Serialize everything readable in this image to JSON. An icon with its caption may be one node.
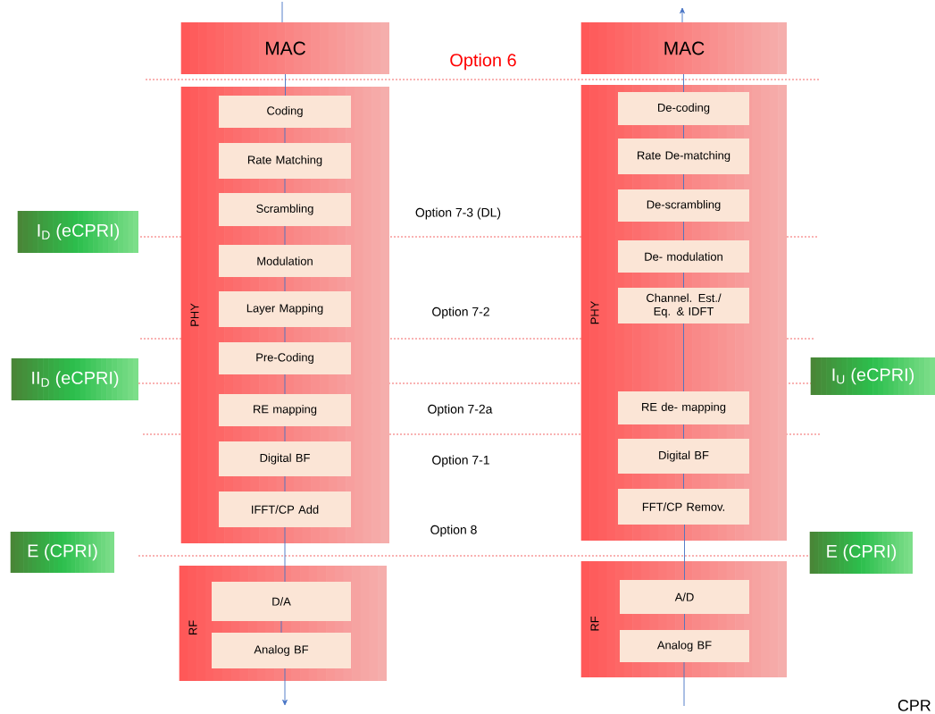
{
  "diagram": {
    "nodes": [
      {
        "text": [
          "MAC"
        ]
      },
      {
        "text": [
          "PHY"
        ]
      },
      {
        "text": [
          "Coding"
        ],
        "in": 1
      },
      {
        "text": [
          "Rate Matching"
        ],
        "in": 1
      },
      {
        "text": [
          "Scrambling"
        ],
        "in": 1
      },
      {
        "text": [
          "Modulation"
        ],
        "in": 1
      },
      {
        "text": [
          "Layer Mapping"
        ],
        "in": 1
      },
      {
        "text": [
          "Pre-Coding"
        ],
        "in": 1
      },
      {
        "text": [
          "RE mapping"
        ],
        "in": 1
      },
      {
        "text": [
          "Digital BF"
        ],
        "in": 1
      },
      {
        "text": [
          "IFFT/CP Add"
        ],
        "in": 1
      },
      {
        "text": [
          "RF"
        ]
      },
      {
        "text": [
          "D/A"
        ],
        "in": 11
      },
      {
        "text": [
          "Analog BF"
        ],
        "in": 11
      },
      {
        "text": [
          "MAC"
        ]
      },
      {
        "text": [
          "PHY"
        ]
      },
      {
        "text": [
          "De-coding"
        ],
        "in": 15
      },
      {
        "text": [
          "Rate De-matching"
        ],
        "in": 15
      },
      {
        "text": [
          "De-scrambling"
        ],
        "in": 15
      },
      {
        "text": [
          "De- modulation"
        ],
        "in": 15
      },
      {
        "text": [
          "Channel. Est./ Eq. & IDFT"
        ],
        "in": 15
      },
      {
        "text": [
          "RE de- mapping"
        ],
        "in": 15
      },
      {
        "text": [
          "Digital BF"
        ],
        "in": 15
      },
      {
        "text": [
          "FFT/CP Remov."
        ],
        "in": 15
      },
      {
        "text": [
          "RF"
        ]
      },
      {
        "text": [
          "A/D"
        ],
        "in": 24
      },
      {
        "text": [
          "Analog BF"
        ],
        "in": 24
      },
      {
        "text": [
          "I$_{D}$ (eCPRI)"
        ]
      },
      {
        "text": [
          "II$_{D}$ (eCPRI)"
        ]
      },
      {
        "text": [
          "E (CPRI)"
        ]
      },
      {
        "text": [
          "I$_{U}$ (eCPRI)"
        ]
      },
      {
        "text": [
          "E (CPRI)"
        ]
      }
    ],
    "edges": [
      {
        "from": null,
        "to": 0,
        "arrow": "none"
      },
      {
        "from": 0,
        "to": 2,
        "arrow": "none"
      },
      {
        "from": 2,
        "to": 3,
        "arrow": "none"
      },
      {
        "from": 3,
        "to": 4,
        "arrow": "none"
      },
      {
        "from": 4,
        "to": 5,
        "arrow": "none"
      },
      {
        "from": 5,
        "to": 6,
        "arrow": "none"
      },
      {
        "from": 6,
        "to": 7,
        "arrow": "none"
      },
      {
        "from": 7,
        "to": 8,
        "arrow": "none"
      },
      {
        "from": 8,
        "to": 9,
        "arrow": "none"
      },
      {
        "from": 9,
        "to": 10,
        "arrow": "none"
      },
      {
        "from": 10,
        "to": 12,
        "arrow": "none"
      },
      {
        "from": 12,
        "to": 13,
        "arrow": "none"
      },
      {
        "from": 13,
        "to": null,
        "arrow": "to"
      },
      {
        "from": null,
        "to": 26,
        "arrow": "none"
      },
      {
        "from": 26,
        "to": 25,
        "arrow": "none"
      },
      {
        "from": 25,
        "to": 23,
        "arrow": "none"
      },
      {
        "from": 23,
        "to": 22,
        "arrow": "none"
      },
      {
        "from": 22,
        "to": 21,
        "arrow": "none"
      },
      {
        "from": 21,
        "to": 20,
        "arrow": "none"
      },
      {
        "from": 20,
        "to": 19,
        "arrow": "none"
      },
      {
        "from": 19,
        "to": 18,
        "arrow": "none"
      },
      {
        "from": 18,
        "to": 17,
        "arrow": "none"
      },
      {
        "from": 17,
        "to": 16,
        "arrow": "none"
      },
      {
        "from": 16,
        "to": 14,
        "arrow": "none"
      },
      {
        "from": 14,
        "to": null,
        "arrow": "to"
      }
    ],
    "labels": [
      "Option 6",
      "Option 7-3 (DL)",
      "Option 7-2",
      "Option 7-2a",
      "Option 7-1",
      "Option 8",
      "CPR"
    ]
  }
}
